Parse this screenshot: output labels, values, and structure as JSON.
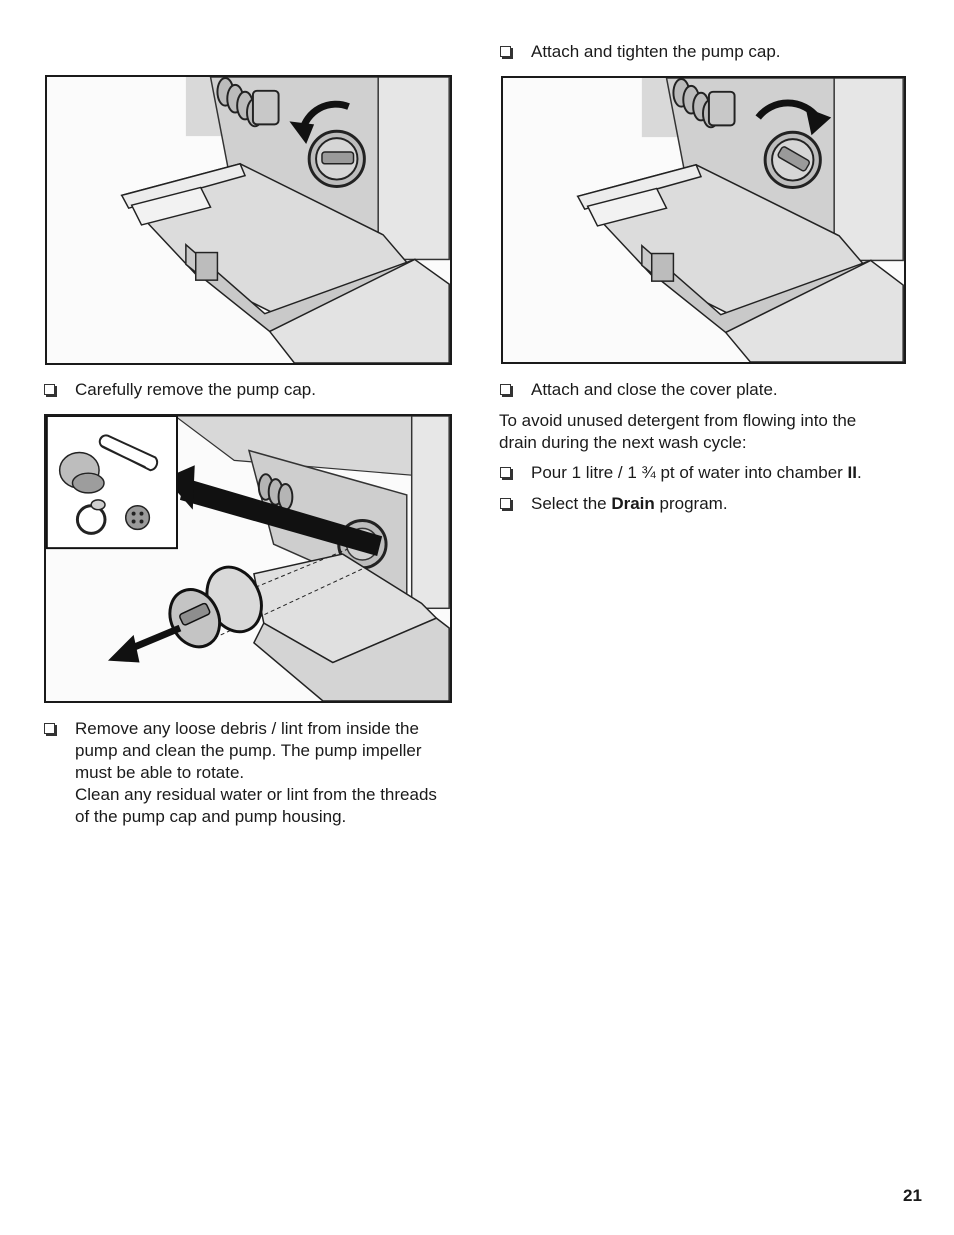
{
  "steps": {
    "attach_tighten": "Attach and tighten the pump cap.",
    "remove_cap": "Carefully remove the pump cap.",
    "remove_debris_1": "Remove any loose debris / lint from inside the",
    "remove_debris_2": "pump and clean the pump. The pump impeller",
    "remove_debris_3": "must be able to rotate.",
    "remove_debris_4": "Clean any residual water or lint from the threads",
    "remove_debris_5": "of the pump cap and pump housing.",
    "attach_close": "Attach and close the cover plate."
  },
  "note": {
    "line1": "To avoid unused detergent from flowing into the",
    "line2": "drain during the next wash cycle:"
  },
  "pour": {
    "prefix": "Pour 1 litre / 1 ¾ pt of water into chamber ",
    "bold": "II",
    "suffix": "."
  },
  "select": {
    "prefix": "Select the ",
    "bold": "Drain",
    "suffix": " program."
  },
  "page_number": "21"
}
